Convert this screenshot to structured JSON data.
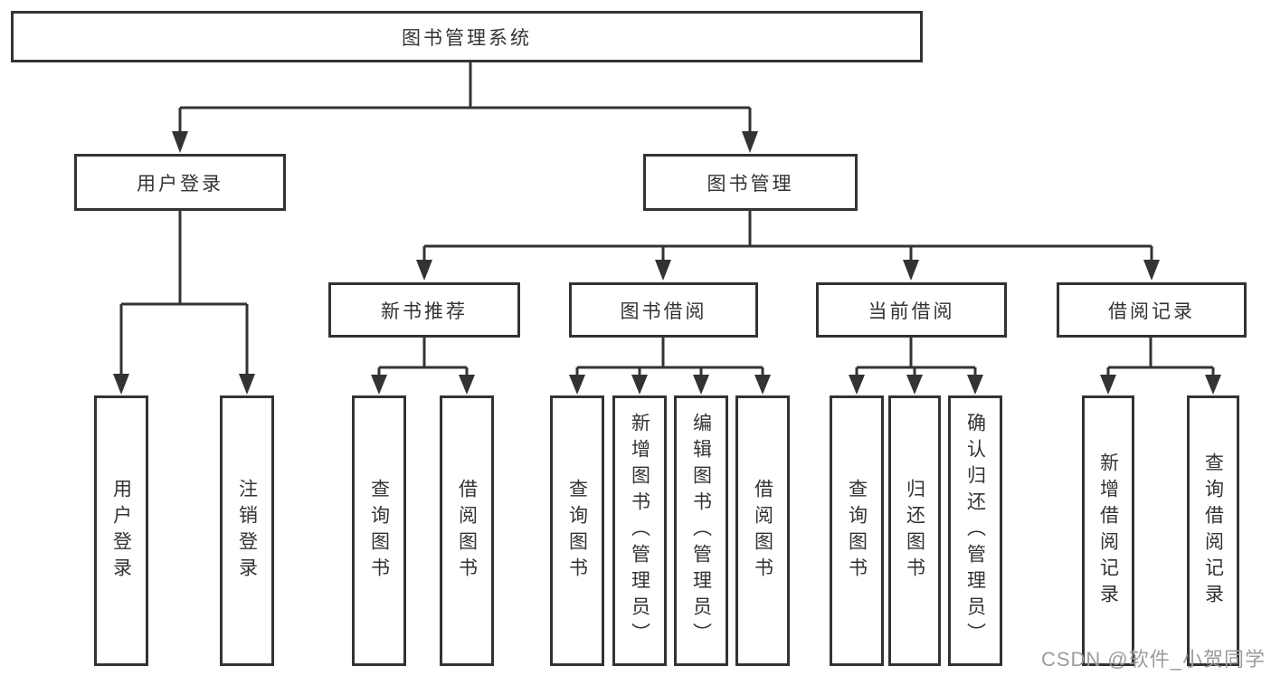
{
  "diagram": {
    "root": {
      "label": "图书管理系统"
    },
    "branches": [
      {
        "label": "用户登录",
        "children": [
          {
            "label": "用户登录"
          },
          {
            "label": "注销登录"
          }
        ]
      },
      {
        "label": "图书管理",
        "children": [
          {
            "label": "新书推荐",
            "children": [
              {
                "label": "查询图书"
              },
              {
                "label": "借阅图书"
              }
            ]
          },
          {
            "label": "图书借阅",
            "children": [
              {
                "label": "查询图书"
              },
              {
                "label": "新增图书（管理员）"
              },
              {
                "label": "编辑图书（管理员）"
              },
              {
                "label": "借阅图书"
              }
            ]
          },
          {
            "label": "当前借阅",
            "children": [
              {
                "label": "查询图书"
              },
              {
                "label": "归还图书"
              },
              {
                "label": "确认归还（管理员）"
              }
            ]
          },
          {
            "label": "借阅记录",
            "children": [
              {
                "label": "新增借阅记录"
              },
              {
                "label": "查询借阅记录"
              }
            ]
          }
        ]
      }
    ]
  },
  "watermark": {
    "text": "CSDN @软件_小贺同学"
  },
  "colors": {
    "line": "#333333",
    "box_border": "#333333",
    "text": "#333333",
    "watermark": "#9c9c9c",
    "background": "#ffffff"
  }
}
